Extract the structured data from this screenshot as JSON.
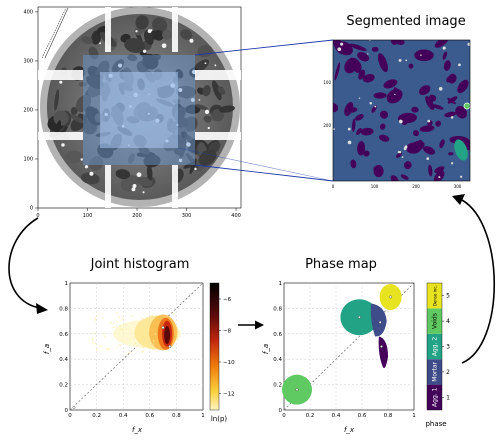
{
  "titles": {
    "segmented": "Segmented image",
    "histogram": "Joint histogram",
    "phasemap": "Phase map"
  },
  "ct_panel": {
    "x_ticks": [
      "0",
      "100",
      "200",
      "300",
      "400"
    ],
    "y_ticks": [
      "0",
      "100",
      "200",
      "300",
      "400"
    ]
  },
  "segmented_panel": {
    "x_ticks": [
      "0",
      "100",
      "200",
      "300"
    ],
    "y_ticks": [
      "100",
      "200"
    ]
  },
  "histogram_panel": {
    "xlabel": "f_x",
    "ylabel": "f_a",
    "x_ticks": [
      "0",
      "0.2",
      "0.4",
      "0.6",
      "0.8",
      "1"
    ],
    "y_ticks": [
      "0",
      "0.2",
      "0.4",
      "0.6",
      "0.8",
      "1"
    ],
    "colorbar_ticks": [
      "−6",
      "−8",
      "−10",
      "−12"
    ],
    "colorbar_label": "ln(p)"
  },
  "phase_panel": {
    "xlabel": "f_x",
    "ylabel": "f_a",
    "x_ticks": [
      "0",
      "0.2",
      "0.4",
      "0.6",
      "0.8",
      "1"
    ],
    "y_ticks": [
      "0",
      "0.2",
      "0.4",
      "0.6",
      "0.8",
      "1"
    ],
    "phase_labels": [
      "Agg. 1",
      "Mortar",
      "Agg. 2",
      "Voids",
      "Dense inc."
    ],
    "phase_numbers": [
      "1",
      "2",
      "3",
      "4",
      "5"
    ],
    "phase_axis_label": "phase",
    "colors": [
      "#44015a",
      "#3e4c8a",
      "#22a386",
      "#5fc962",
      "#e8e320"
    ]
  }
}
